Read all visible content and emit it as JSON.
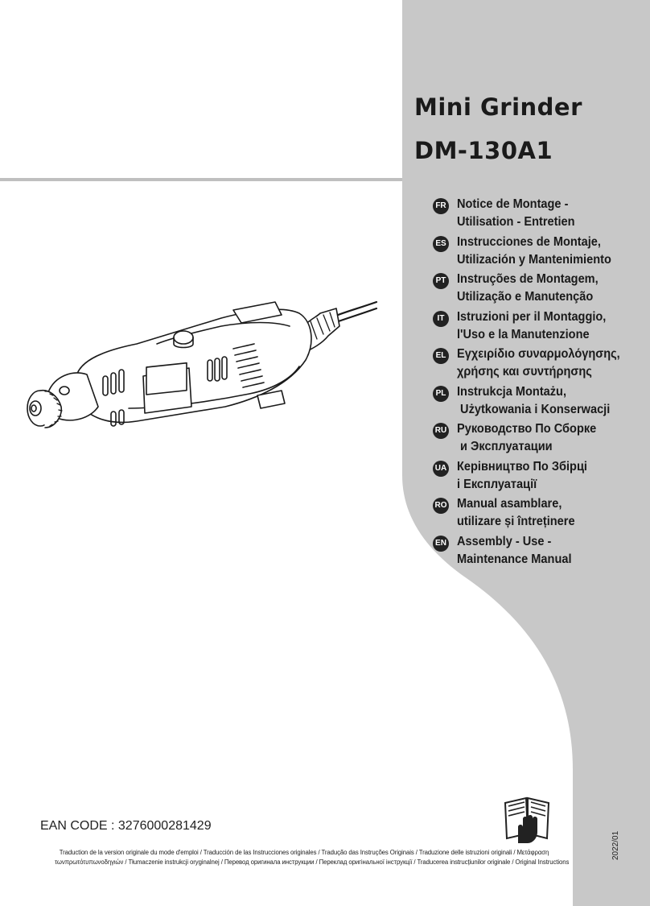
{
  "title": "Mini Grinder",
  "model": "DM-130A1",
  "languages": [
    {
      "code": "FR",
      "line1": "Notice de Montage -",
      "line2": "Utilisation - Entretien"
    },
    {
      "code": "ES",
      "line1": "Instrucciones de Montaje,",
      "line2": "Utilización y Mantenimiento"
    },
    {
      "code": "PT",
      "line1": "Instruções de Montagem,",
      "line2": "Utilização e Manutenção"
    },
    {
      "code": "IT",
      "line1": "Istruzioni per il Montaggio,",
      "line2": "l'Uso e la Manutenzione"
    },
    {
      "code": "EL",
      "line1": "Εγχειρίδιο συναρμολόγησης,",
      "line2": "χρήσης και συντήρησης"
    },
    {
      "code": "PL",
      "line1": "Instrukcja Montażu,",
      "line2": " Użytkowania i Konserwacji"
    },
    {
      "code": "RU",
      "line1": "Руководство По Сборке",
      "line2": " и Эксплуатации"
    },
    {
      "code": "UA",
      "line1": "Керівництво По Збірці",
      "line2": "і Експлуатації"
    },
    {
      "code": "RO",
      "line1": "Manual asamblare,",
      "line2": "utilizare și întreținere"
    },
    {
      "code": "EN",
      "line1": "Assembly - Use -",
      "line2": "Maintenance Manual"
    }
  ],
  "ean_code": "EAN CODE : 3276000281429",
  "legal_line1": "Traduction de la version originale du mode d'emploi / Traducción de las Instrucciones originales / Tradução das Instruções Originais / Traduzione delle istruzioni originali / Μετάφραση",
  "legal_line2": "τωνπρωτότυπωνοδηγιών / Tłumaczenie instrukcji oryginalnej / Перевод оригинала инструкции / Переклад оригінальної інструкції / Traducerea instrucțiunilor originale / Original Instructions",
  "year": "2022/01",
  "colors": {
    "panel": "#c8c8c8",
    "rule": "#bfbfbf",
    "text": "#1a1a1a"
  },
  "icons": [
    "manual-book-icon"
  ]
}
